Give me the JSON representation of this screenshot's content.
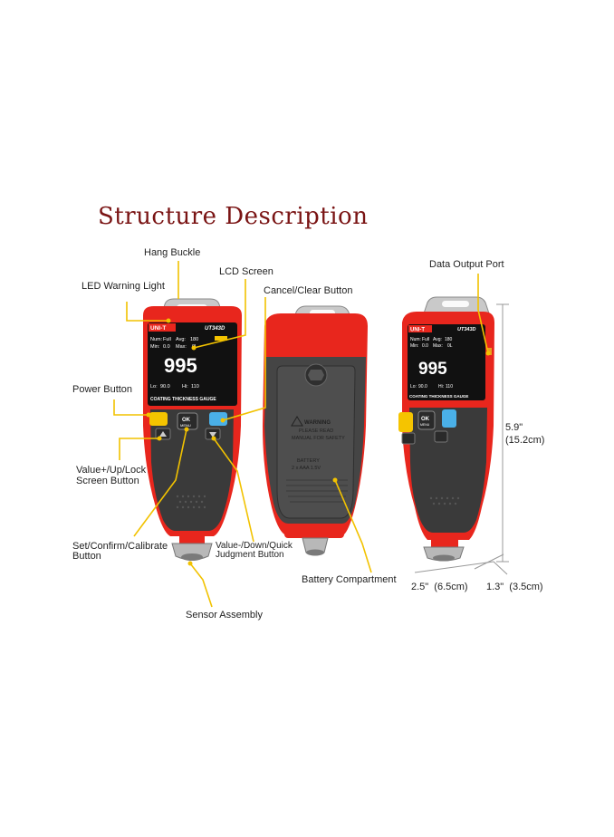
{
  "title": "Structure Description",
  "labels": {
    "hang_buckle": "Hang Buckle",
    "lcd_screen": "LCD Screen",
    "led_warning_light": "LED Warning Light",
    "cancel_clear_button": "Cancel/Clear Button",
    "power_button": "Power Button",
    "value_up_lock_1": "Value+/Up/Lock",
    "value_up_lock_2": "Screen Button",
    "set_confirm_1": "Set/Confirm/Calibrate",
    "set_confirm_2": "Button",
    "value_down_1": "Value-/Down/Quick",
    "value_down_2": "Judgment Button",
    "sensor_assembly": "Sensor Assembly",
    "battery_compartment": "Battery Compartment",
    "data_output_port": "Data Output Port"
  },
  "dimensions": {
    "height_in": "5.9\"",
    "height_cm": "(15.2cm)",
    "width": "2.5\"  (6.5cm)",
    "depth": "1.3\"  (3.5cm)"
  },
  "device": {
    "brand": "UNI-T",
    "model": "UT343D",
    "num_label": "Num:",
    "num_value": "Full",
    "avg_label": "Avg:",
    "avg_value": "180",
    "min_label": "Min:",
    "min_value": "0.0",
    "max_label": "Max:",
    "max_value": "0L",
    "reading": "995",
    "lo_label": "Lo:",
    "lo_value": "90.0",
    "hi_label": "Hi:",
    "hi_value": "110",
    "footer": "COATING THICKNESS GAUGE",
    "ok_label": "OK",
    "menu_label": "MENU",
    "warning_title": "WARNING",
    "warning_line1": "PLEASE READ",
    "warning_line2": "MANUAL FOR SAFETY",
    "battery_line1": "BATTERY",
    "battery_line2": "2 x AAA 1.5V"
  },
  "colors": {
    "accent_title": "#7a1414",
    "device_red": "#e8261d",
    "device_dark": "#3a3a3a",
    "leader_yellow": "#f2c200",
    "button_yellow": "#f5c400",
    "button_blue": "#4ab0e8"
  }
}
